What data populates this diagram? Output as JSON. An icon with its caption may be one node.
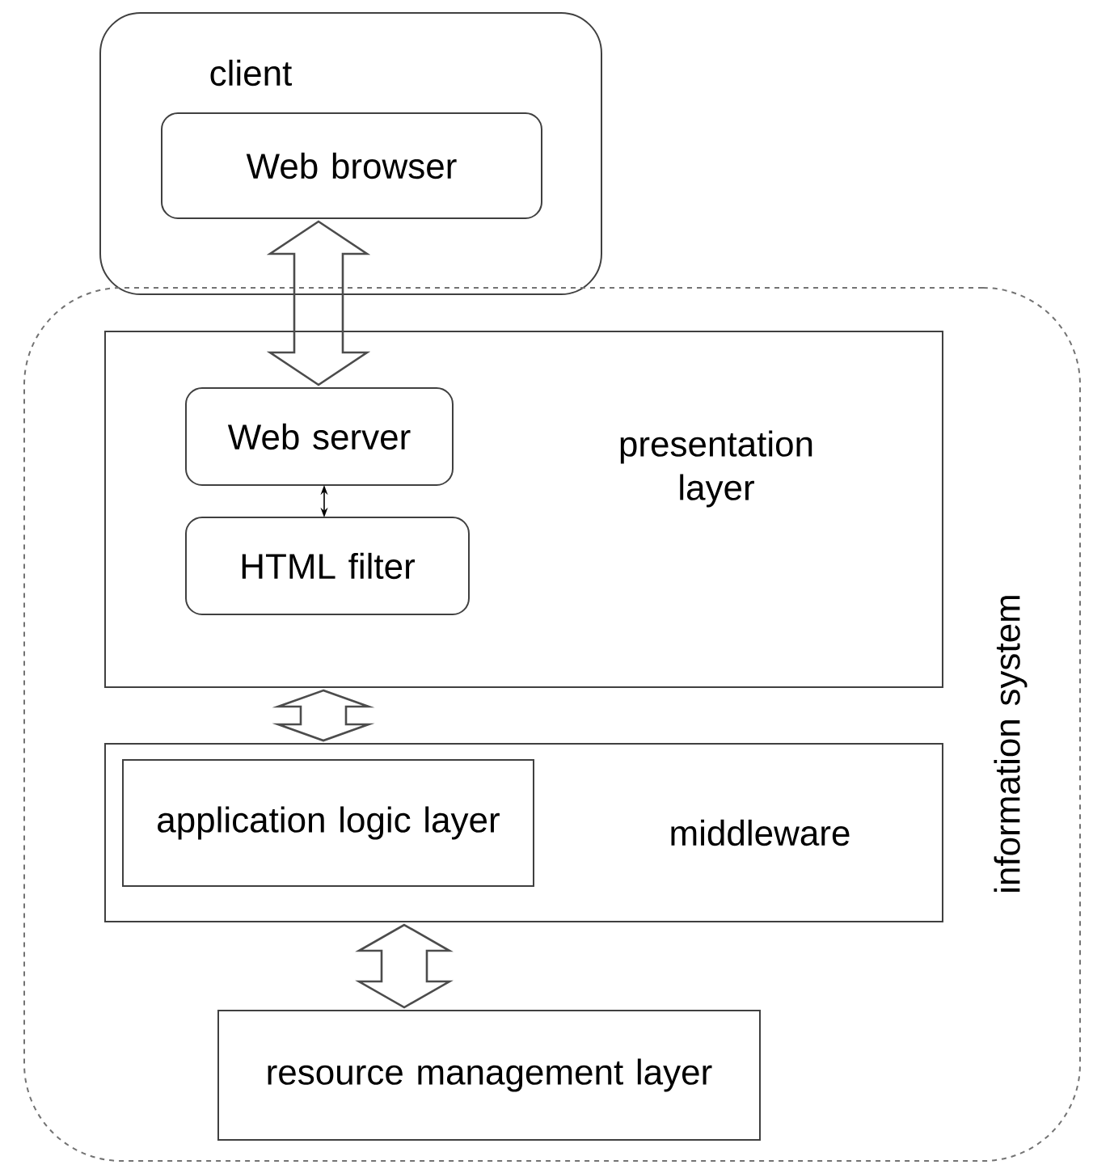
{
  "diagram": {
    "nodes": [
      {
        "text": [
          "client"
        ]
      },
      {
        "text": [
          "Web browser"
        ],
        "in": 0
      },
      {
        "text": [
          "information system"
        ]
      },
      {
        "text": [
          "presentation layer"
        ],
        "in": 2
      },
      {
        "text": [
          "Web server"
        ],
        "in": 3
      },
      {
        "text": [
          "HTML filter"
        ],
        "in": 3
      },
      {
        "text": [
          "middleware"
        ],
        "in": 2
      },
      {
        "text": [
          "application logic layer"
        ],
        "in": 6
      },
      {
        "text": [
          "resource management layer"
        ],
        "in": 2
      }
    ],
    "edges": [
      {
        "from": 1,
        "to": 4,
        "arrow": "both",
        "style": "thick"
      },
      {
        "from": 4,
        "to": 5,
        "arrow": "both"
      },
      {
        "from": 3,
        "to": 6,
        "arrow": "both",
        "style": "thick"
      },
      {
        "from": 6,
        "to": 8,
        "arrow": "both",
        "style": "thick"
      }
    ]
  }
}
